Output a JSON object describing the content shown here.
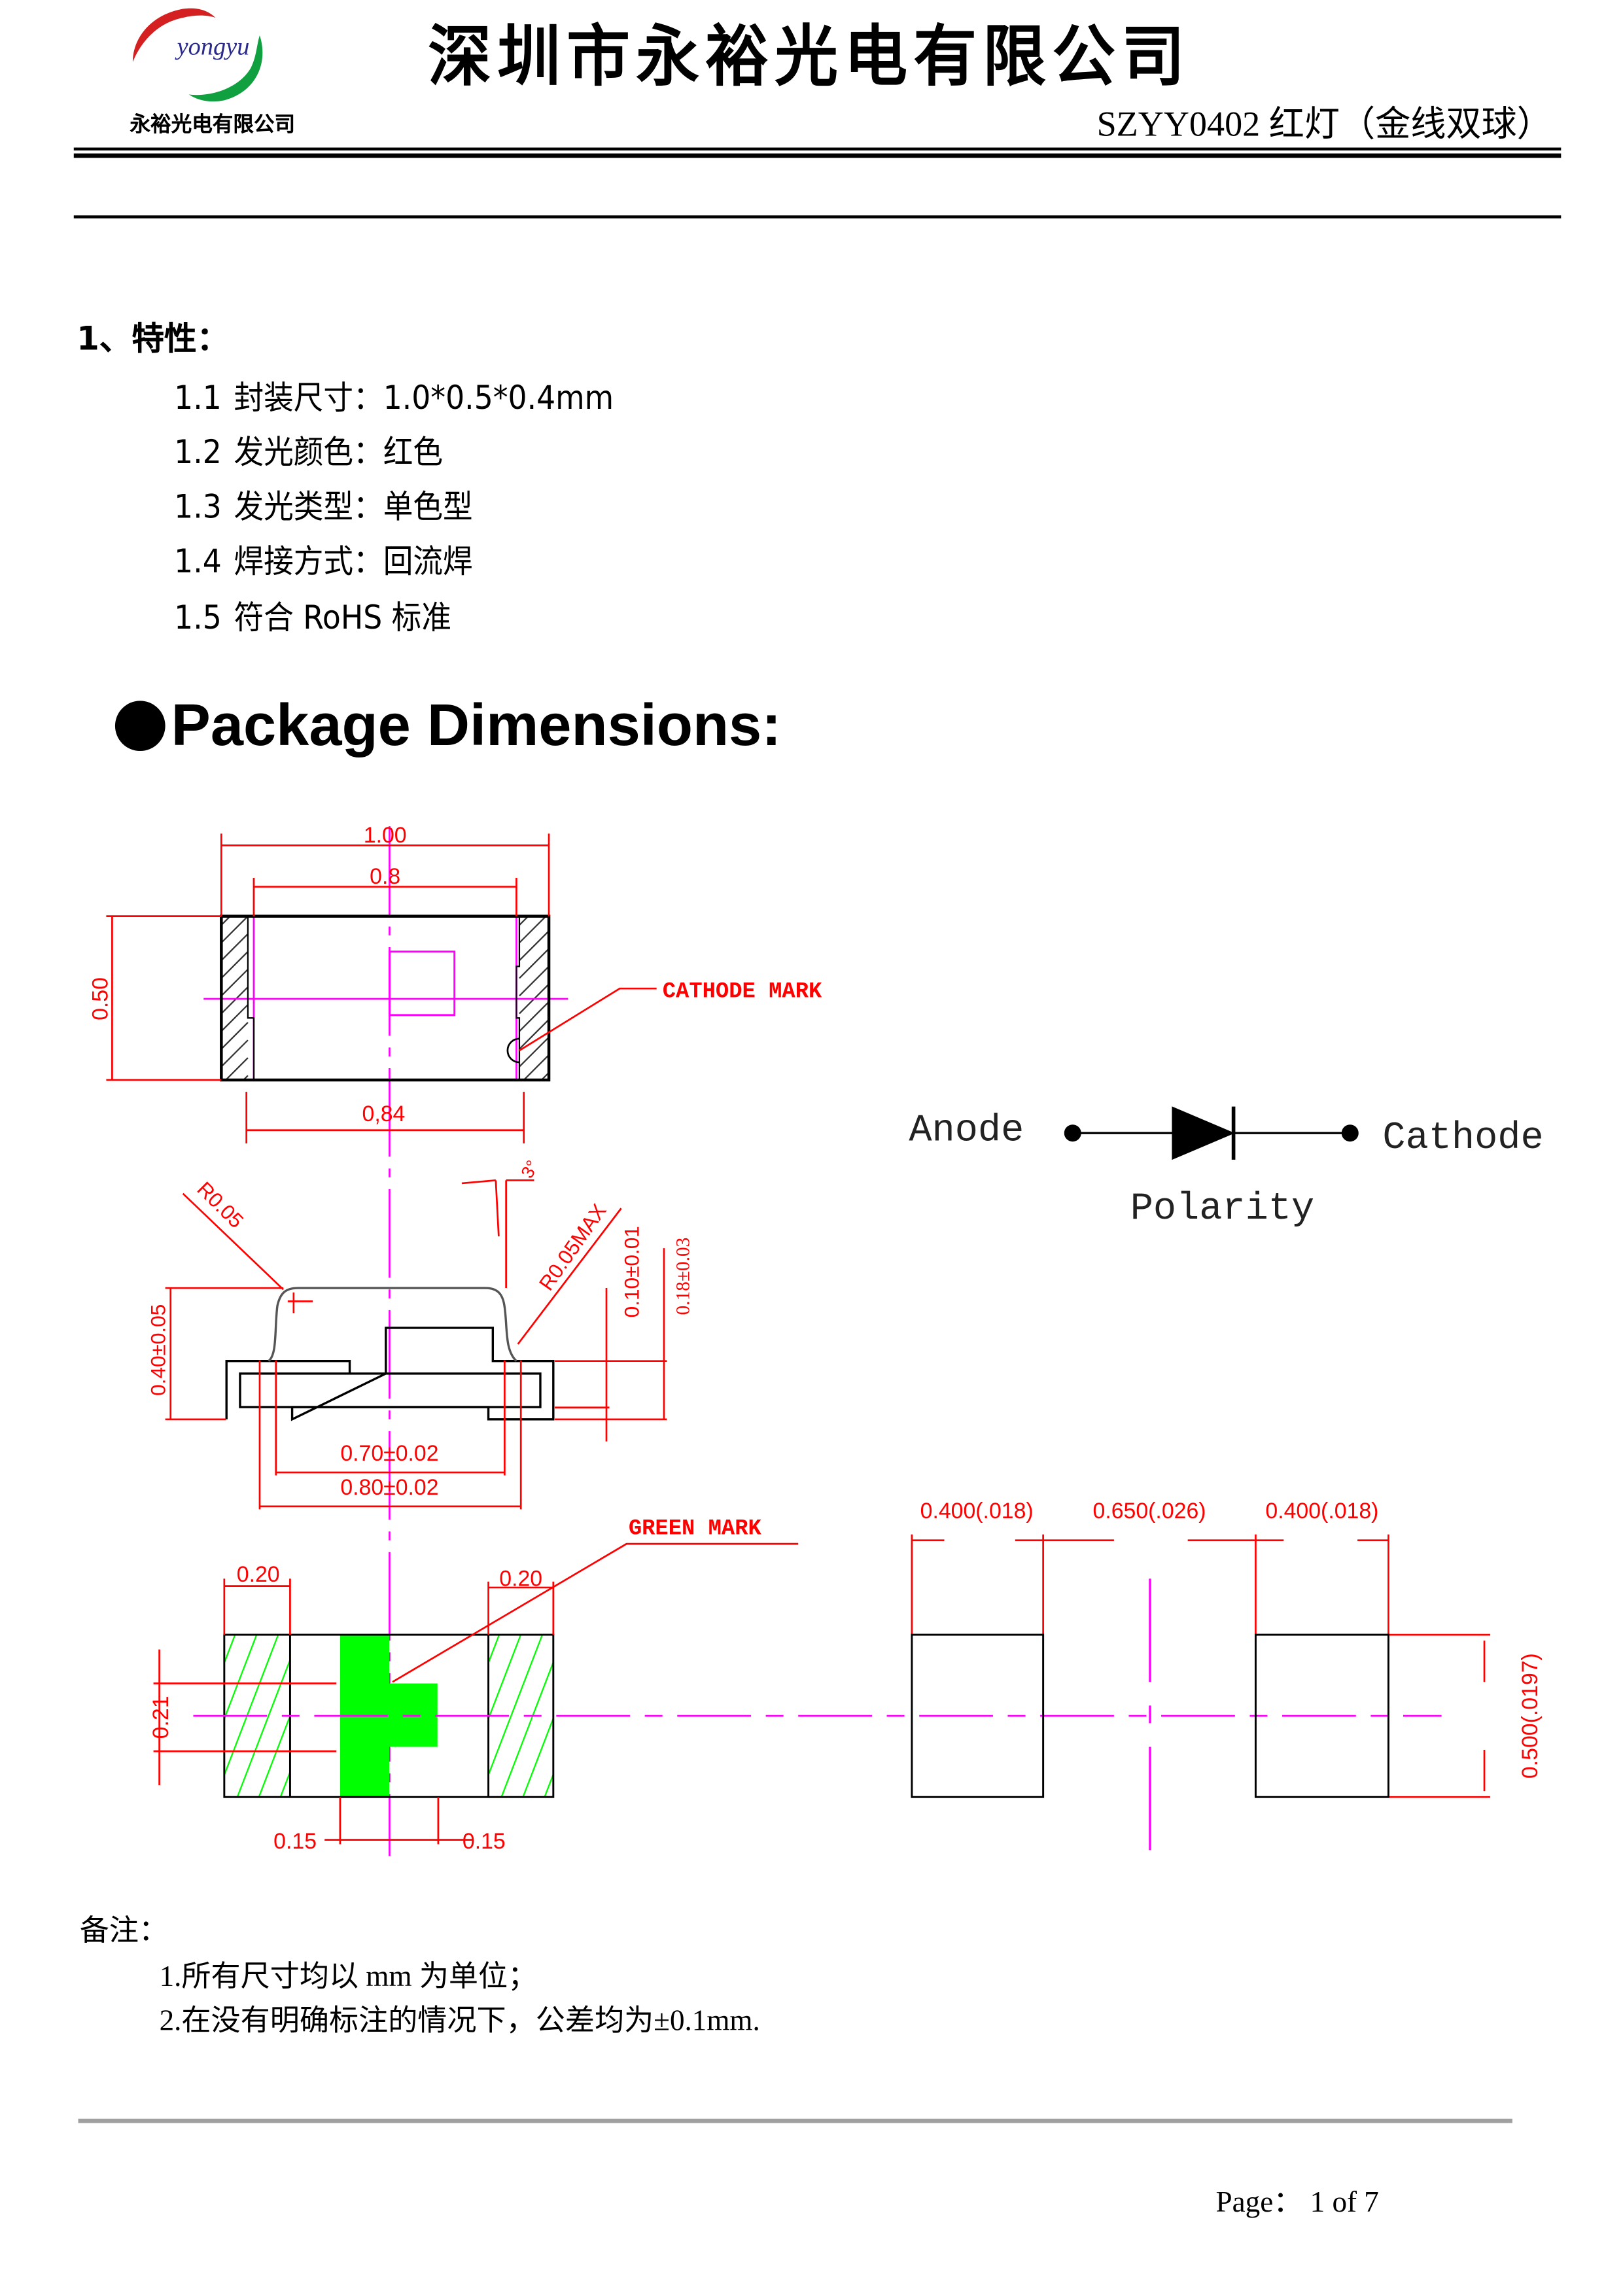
{
  "header": {
    "logo_word": "yongyu",
    "logo_subtitle": "永裕光电有限公司",
    "company_name": "深圳市永裕光电有限公司",
    "product_title": "SZYY0402 红灯（金线双球）"
  },
  "features": {
    "heading": "1、特性：",
    "items": [
      {
        "num": "1.1",
        "text": "封装尺寸：1.0*0.5*0.4mm"
      },
      {
        "num": "1.2",
        "text": "发光颜色：红色"
      },
      {
        "num": "1.3",
        "text": "发光类型：单色型"
      },
      {
        "num": "1.4",
        "text": "焊接方式：回流焊"
      },
      {
        "num": "1.5",
        "text": "符合 RoHS 标准"
      }
    ]
  },
  "package": {
    "heading": "Package Dimensions:",
    "top_view": {
      "width": "1.00",
      "inner": "0.8",
      "height": "0.50",
      "pad_span": "0,84",
      "cathode_mark": "CATHODE  MARK"
    },
    "side_view": {
      "r1": "R0.05",
      "r2": "R0.05MAX",
      "angle": "3°",
      "height": "0.40±0.05",
      "lead": "0.10±0.01",
      "frame": "0.18±0.03",
      "w1": "0.70±0.02",
      "w2": "0.80±0.02"
    },
    "bottom_view": {
      "left_pad": "0.20",
      "right_pad": "0.20",
      "green_mark": "GREEN  MARK",
      "mark_h": "0.21",
      "mark_w1": "0.15",
      "mark_w2": "0.15"
    },
    "footprint": {
      "pad1": "0.400(.018)",
      "gap": "0.650(.026)",
      "pad2": "0.400(.018)",
      "height": "0.500(.0197)"
    },
    "polarity": {
      "anode": "Anode",
      "cathode": "Cathode",
      "label": "Polarity"
    }
  },
  "notes": {
    "heading": "备注：",
    "lines": [
      "1.所有尺寸均以 mm 为单位；",
      "2.在没有明确标注的情况下，公差均为±0.1mm."
    ]
  },
  "footer": {
    "page": "Page：  1 of 7"
  },
  "colors": {
    "dim": "#ff0000",
    "center": "#ff00ff",
    "green": "#00ff00",
    "outline": "#000000",
    "rule_grey": "#a0a0a0"
  }
}
